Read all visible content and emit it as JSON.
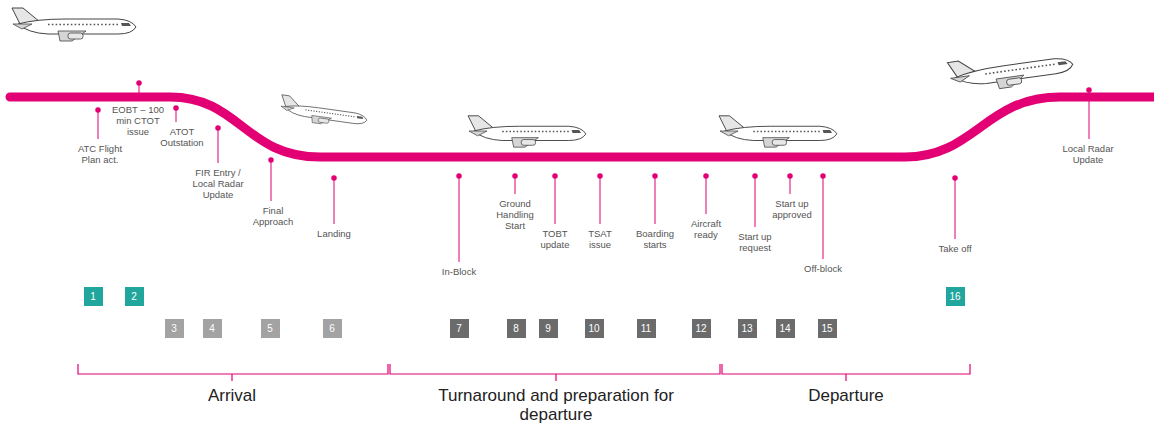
{
  "diagram": {
    "nodes": [
      {
        "text": [
          "1"
        ]
      },
      {
        "text": [
          "2"
        ]
      },
      {
        "text": [
          "3"
        ]
      },
      {
        "text": [
          "4"
        ]
      },
      {
        "text": [
          "5"
        ]
      },
      {
        "text": [
          "6"
        ]
      },
      {
        "text": [
          "7"
        ]
      },
      {
        "text": [
          "8"
        ]
      },
      {
        "text": [
          "9"
        ]
      },
      {
        "text": [
          "10"
        ]
      },
      {
        "text": [
          "11"
        ]
      },
      {
        "text": [
          "12"
        ]
      },
      {
        "text": [
          "13"
        ]
      },
      {
        "text": [
          "14"
        ]
      },
      {
        "text": [
          "15"
        ]
      },
      {
        "text": [
          "16"
        ]
      }
    ],
    "labels": [
      "ATC Flight Plan act.",
      "EOBT – 100 min CTOT issue",
      "ATOT Outstation",
      "FIR Entry / Local Radar Update",
      "Final Approach",
      "Landing",
      "In-Block",
      "Ground Handling Start",
      "TOBT update",
      "TSAT issue",
      "Boarding starts",
      "Aircraft ready",
      "Start up request",
      "Start up approved",
      "Off-block",
      "Take off",
      "Local Radar Update",
      "Arrival",
      "Turnaround and preparation for departure",
      "Departure"
    ]
  }
}
